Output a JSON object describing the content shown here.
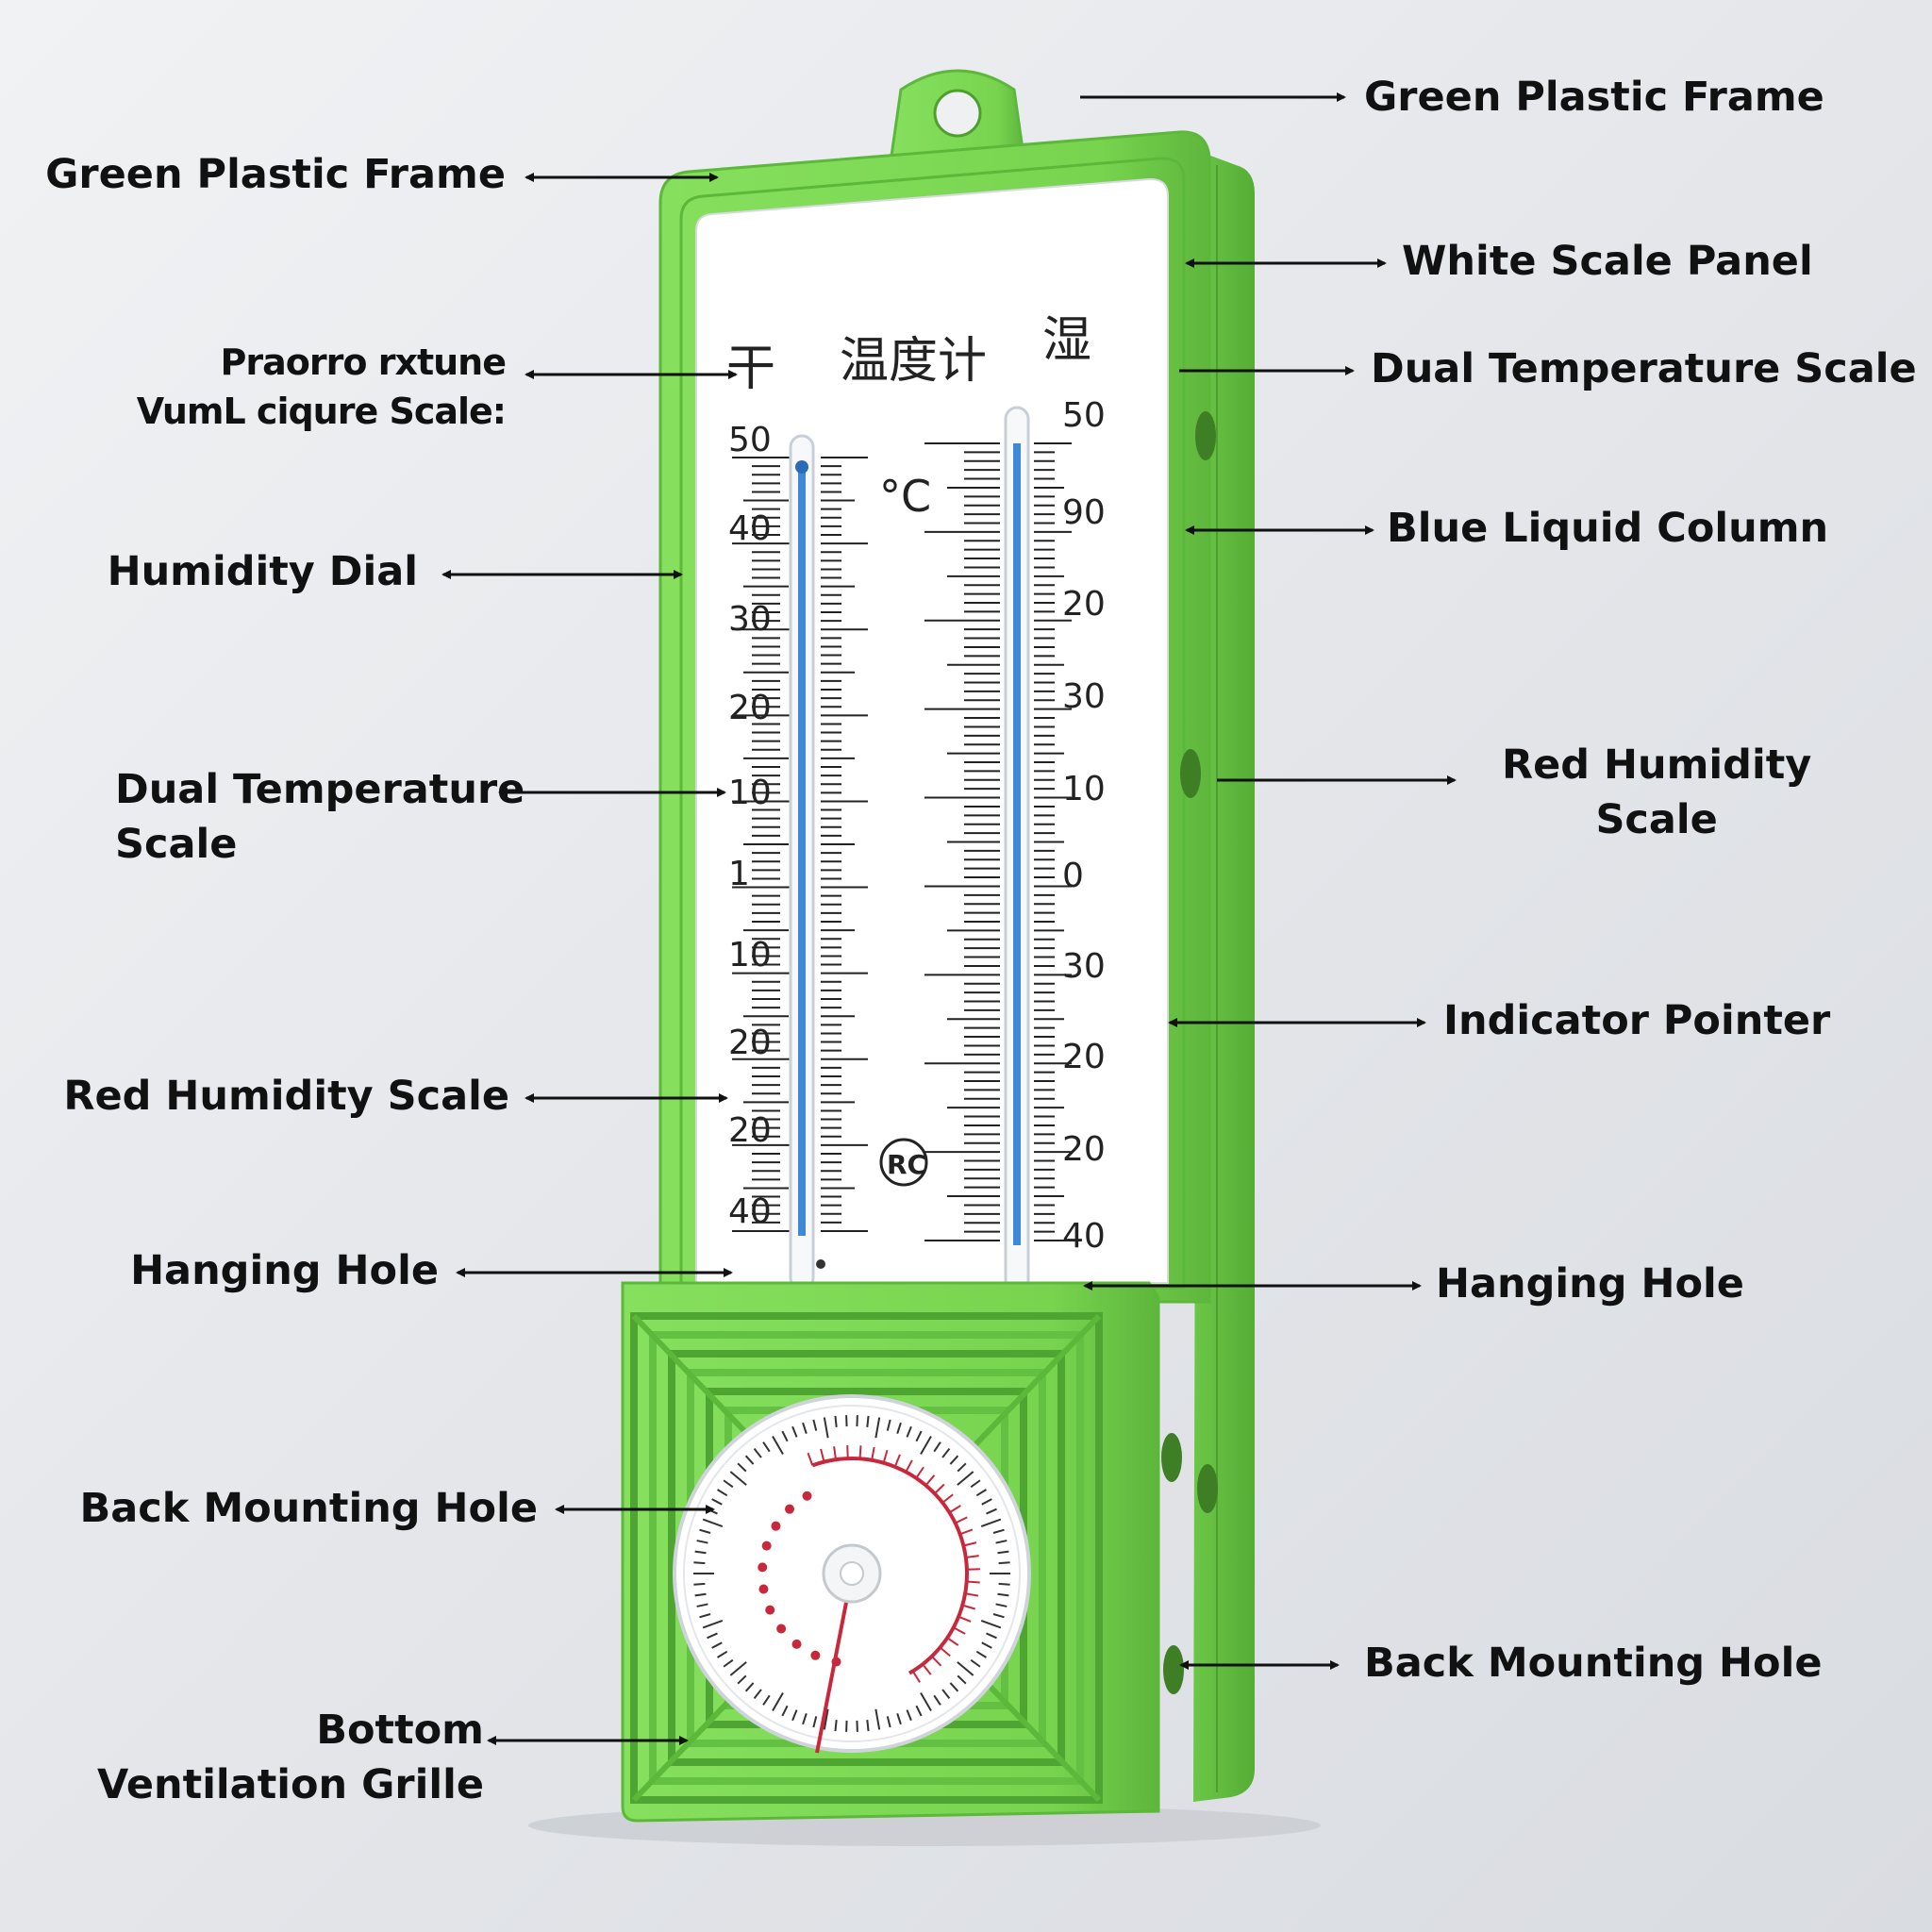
{
  "colors": {
    "frame": "#7ed957",
    "frame_dark": "#5cb83b",
    "panel": "#ffffff",
    "liquid": "#3f88d8",
    "humidity_red": "#c8283c",
    "label_text": "#111111"
  },
  "panel_text": {
    "left_char": "干",
    "title": "温度计",
    "right_char": "湿",
    "unit": "°C",
    "mark": "RC"
  },
  "left_scale": [
    "50",
    "40",
    "30",
    "20",
    "10",
    "1",
    "10",
    "20",
    "20",
    "40"
  ],
  "right_scale": [
    "50",
    "90",
    "20",
    "30",
    "10",
    "0",
    "30",
    "20",
    "20",
    "40"
  ],
  "labels": {
    "left": [
      {
        "text": "Green Plastic Frame"
      },
      {
        "text": "Praorro rxtune\nVumL ciqure Scale:"
      },
      {
        "text": "Humidity Dial"
      },
      {
        "text": "Dual Temperature\nScale"
      },
      {
        "text": "Red Humidity Scale"
      },
      {
        "text": "Hanging Hole"
      },
      {
        "text": "Back Mounting Hole"
      },
      {
        "text": "Bottom\nVentilation Grille"
      }
    ],
    "right": [
      {
        "text": "Green Plastic Frame"
      },
      {
        "text": "White Scale Panel"
      },
      {
        "text": "Dual Temperature Scale"
      },
      {
        "text": "Blue Liquid Column"
      },
      {
        "text": "Red Humidity\nScale"
      },
      {
        "text": "Indicator Pointer"
      },
      {
        "text": "Hanging Hole"
      },
      {
        "text": "Back Mounting Hole"
      }
    ]
  }
}
